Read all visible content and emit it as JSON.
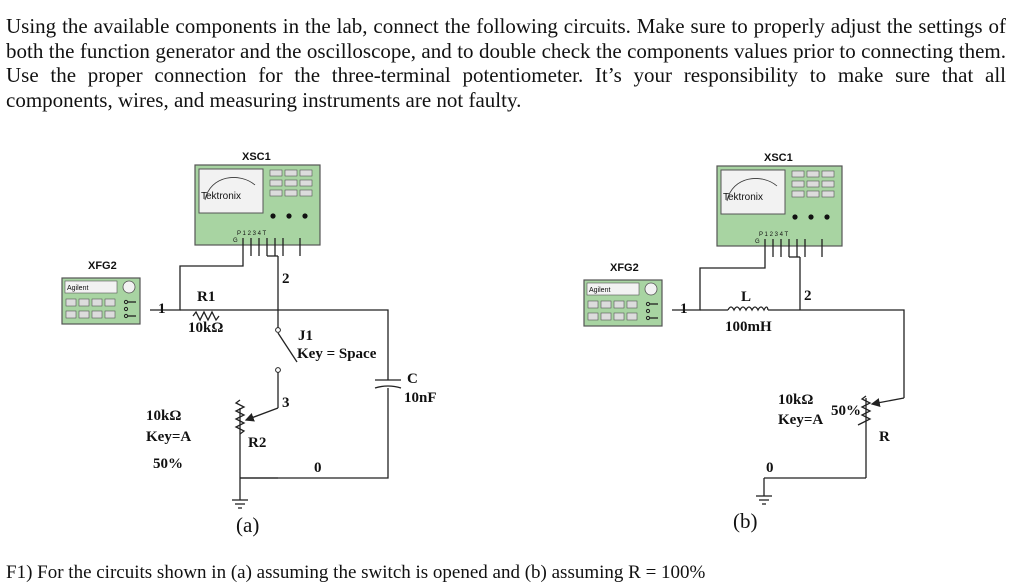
{
  "intro_text": "Using the available components in the lab, connect the following circuits. Make sure to properly adjust the settings of both the function generator and the oscilloscope, and to double check the components values prior to connecting them. Use the proper connection for the three-terminal potentiometer. It’s your responsibility to make sure that all components, wires, and measuring instruments are not faulty.",
  "bottom_text": "F1)  For the circuits  shown  in  (a)  assuming  the  switch  is  opened  and  (b)  assuming  R  =  100%",
  "circuit_a": {
    "scope_name": "XSC1",
    "scope_brand": "Tektronix",
    "scope_terminals": "P 1 2 3 4 T",
    "scope_g": "G",
    "generator_name": "XFG2",
    "generator_brand": "Agilent",
    "node_1": "1",
    "node_2": "2",
    "node_3": "3",
    "node_0": "0",
    "r1_name": "R1",
    "r1_value": "10kΩ",
    "switch_name": "J1",
    "switch_key": "Key = Space",
    "cap_name": "C",
    "cap_value": "10nF",
    "r2_name": "R2",
    "r2_value": "10kΩ",
    "r2_key": "Key=A",
    "r2_percent": "50%",
    "caption": "(a)"
  },
  "circuit_b": {
    "scope_name": "XSC1",
    "scope_brand": "Tektronix",
    "scope_terminals": "P 1 2 3 4 T",
    "scope_g": "G",
    "generator_name": "XFG2",
    "generator_brand": "Agilent",
    "node_1": "1",
    "node_2": "2",
    "node_0": "0",
    "l_name": "L",
    "l_value": "100mH",
    "r_name": "R",
    "r_value": "10kΩ",
    "r_key": "Key=A",
    "r_percent": "50%",
    "caption": "(b)"
  },
  "colors": {
    "instrument_green": "#a8d4a2",
    "instrument_border": "#555555",
    "screen": "#f2f2f2",
    "key_fill": "#dcdcdc"
  }
}
